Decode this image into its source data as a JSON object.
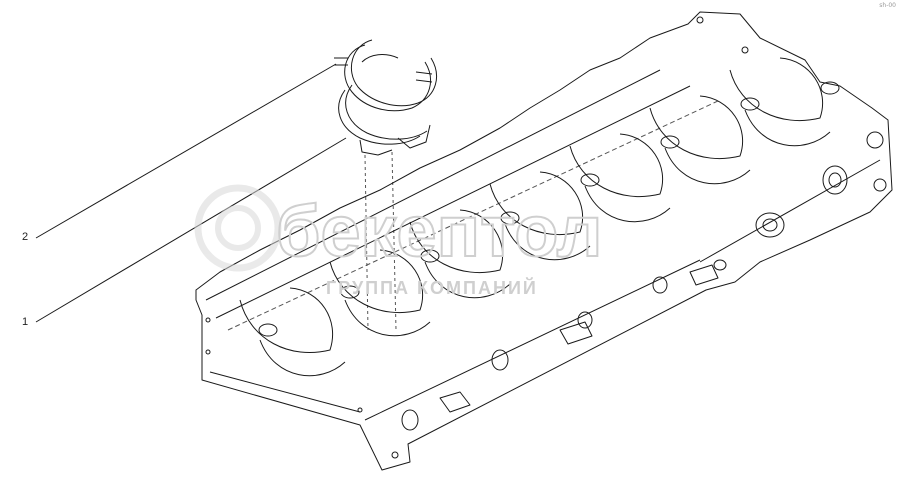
{
  "callouts": [
    {
      "id": "1",
      "label": "1"
    },
    {
      "id": "2",
      "label": "2"
    }
  ],
  "corner_code": "sh-00",
  "watermark": {
    "brand": "бекептол",
    "tagline": "ГРУППА КОМПАНИЙ"
  },
  "colors": {
    "line": "#1a1a1a",
    "hidden": "#555555",
    "watermark": "#d8d8d8"
  }
}
